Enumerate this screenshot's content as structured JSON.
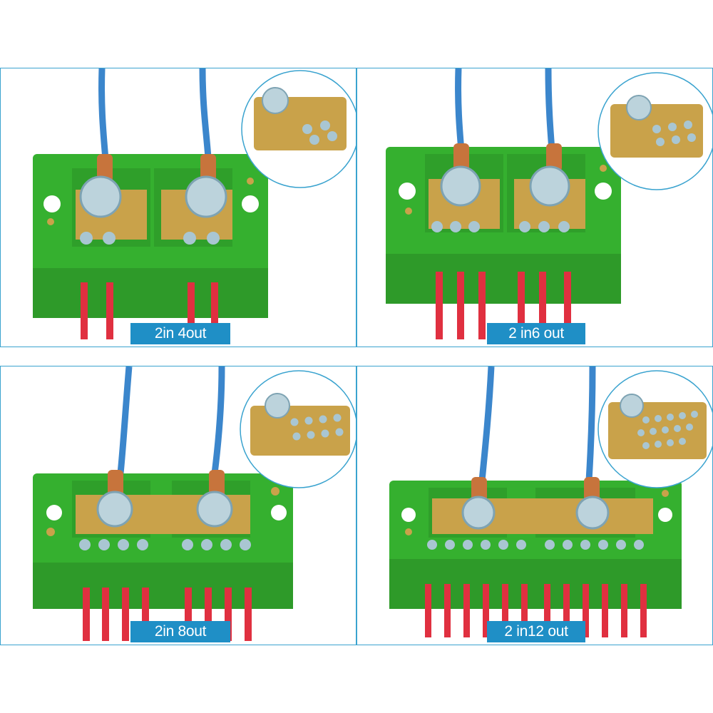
{
  "colors": {
    "accent": "#1f8fc6",
    "frame": "#3aa3cf",
    "housing": "#35b02f",
    "brass": "#c9a24a",
    "wire_in": "#3b86cc",
    "wire_out": "#e03040"
  },
  "panels": [
    {
      "label": "2in 4out",
      "outputs": 4
    },
    {
      "label": "2 in6 out",
      "outputs": 6
    },
    {
      "label": "2in 8out",
      "outputs": 8
    },
    {
      "label": "2 in12 out",
      "outputs": 12
    }
  ]
}
